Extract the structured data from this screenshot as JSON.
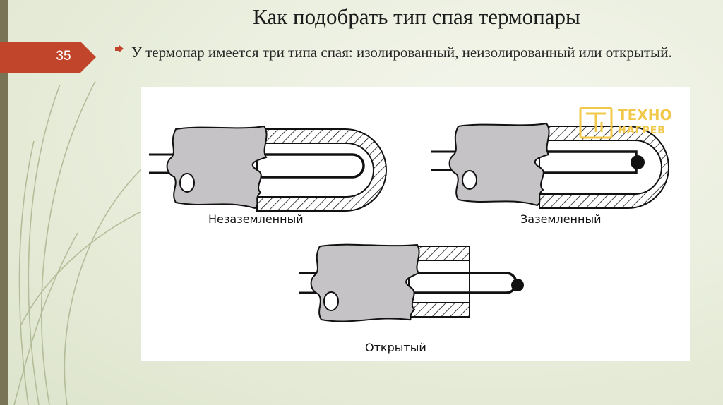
{
  "slide": {
    "title": "Как подобрать тип спая термопары",
    "number": "35",
    "bullet_text": "У термопар имеется три типа спая: изолированный, неизолированный или открытый.",
    "accent_color": "#c0452a"
  },
  "figure": {
    "labels": {
      "ungrounded": "Незаземленный",
      "grounded": "Заземленный",
      "exposed": "Открытый"
    },
    "logo": {
      "line1": "ТЕХНО",
      "line2": "НАГРЕВ",
      "icon": "tn-logo-icon",
      "color": "#f2c84a"
    }
  }
}
